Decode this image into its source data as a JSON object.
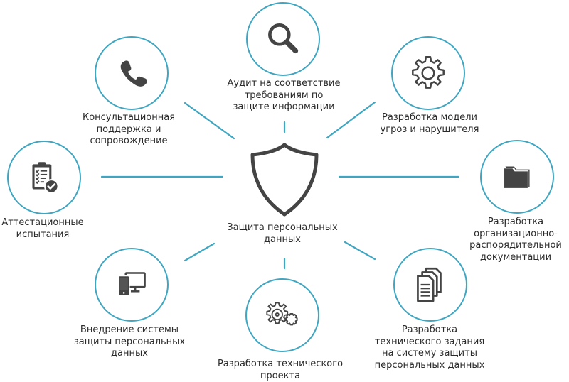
{
  "diagram": {
    "center": {
      "title": "Защита персональных данных",
      "lines": [
        "Защита персональных",
        "данных"
      ],
      "icon": "shield-icon"
    },
    "nodes": [
      {
        "id": "audit",
        "icon": "search-icon",
        "lines": [
          "Аудит на соответствие",
          "требованиям по",
          "защите информации"
        ]
      },
      {
        "id": "threat-model",
        "icon": "gear-icon",
        "lines": [
          "Разработка модели",
          "угроз и нарушителя"
        ]
      },
      {
        "id": "org-docs",
        "icon": "folder-icon",
        "lines": [
          "Разработка",
          "организационно-",
          "распорядительной",
          "документации"
        ]
      },
      {
        "id": "tech-spec",
        "icon": "documents-icon",
        "lines": [
          "Разработка",
          "технического задания",
          "на систему защиты",
          "персональных данных"
        ]
      },
      {
        "id": "tech-project",
        "icon": "gears-icon",
        "lines": [
          "Разработка технического",
          "проекта"
        ]
      },
      {
        "id": "implementation",
        "icon": "devices-icon",
        "lines": [
          "Внедрение системы",
          "защиты персональных",
          "данных"
        ]
      },
      {
        "id": "attestation",
        "icon": "checklist-icon",
        "lines": [
          "Аттестационные",
          "испытания"
        ]
      },
      {
        "id": "consulting",
        "icon": "phone-icon",
        "lines": [
          "Консультационная",
          "поддержка и",
          "сопровождение"
        ]
      }
    ],
    "colors": {
      "accent": "#3fa6c2",
      "icon": "#444444",
      "text": "#2a2a2a",
      "background": "#ffffff"
    }
  }
}
